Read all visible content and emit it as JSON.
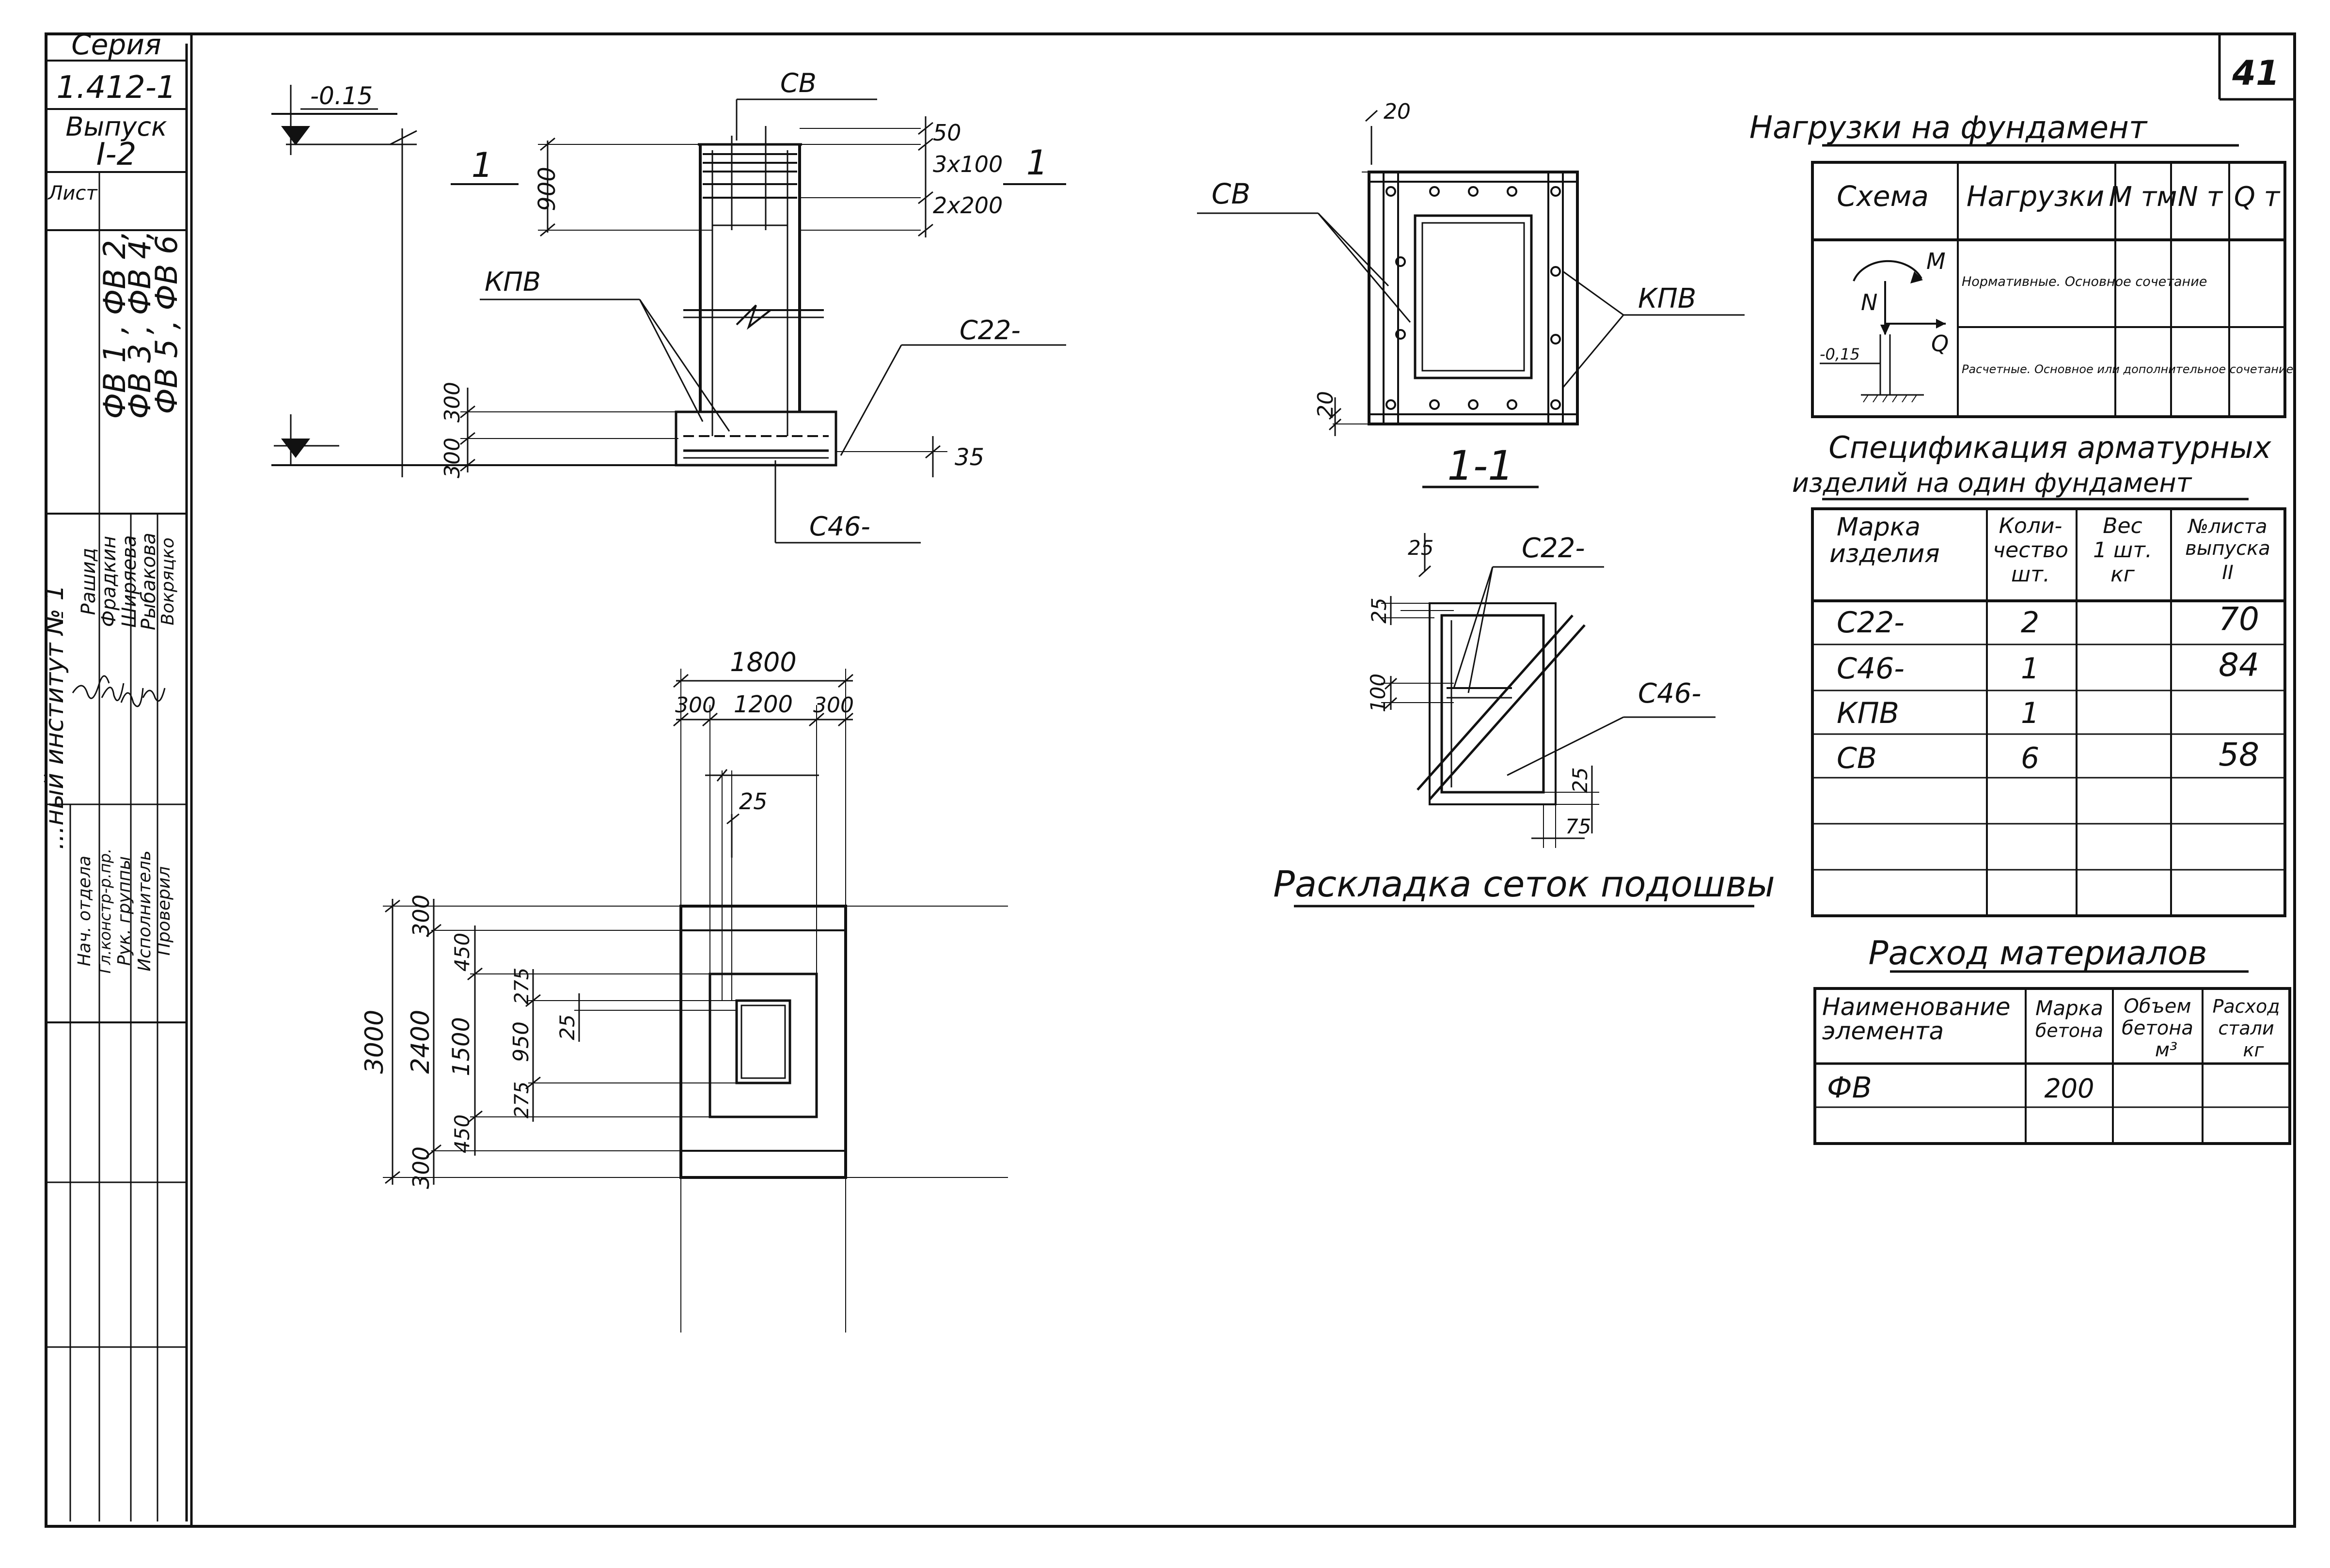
{
  "stamp": {
    "series_label": "Серия",
    "series_value": "1.412-1",
    "issue_label": "Выпуск",
    "issue_value": "I-2",
    "sheet_label": "Лист",
    "marks": [
      "ФВ 1 , ФВ 2,",
      "ФВ 3 , ФВ 4,",
      "ФВ 5 , ФВ 6"
    ],
    "institute": "...ный институт № 1",
    "roles": [
      "Нач. отдела",
      "Гл.констр-р.пр.",
      "Рук. группы",
      "Исполнитель",
      "Проверил"
    ],
    "names": [
      "Рашид",
      "Фрадкин",
      "Ширяева",
      "Рыбакова",
      "Вокряцко"
    ],
    "sheet_number": "41"
  },
  "elevation": {
    "level": "-0.15",
    "section_mark": "1",
    "labels": {
      "cb": "СВ",
      "kpv": "КПВ",
      "c22": "С22-",
      "c46": "С46-"
    },
    "dims_left": [
      "900",
      "300",
      "300"
    ],
    "dims_right": [
      "50",
      "3x100",
      "2x200",
      "35"
    ]
  },
  "plan": {
    "dims_top": [
      "1800",
      "300",
      "1200",
      "300",
      "25"
    ],
    "dims_left": [
      "3000",
      "300",
      "2400",
      "300",
      "450",
      "1500",
      "450",
      "275",
      "950",
      "275",
      "25"
    ]
  },
  "section": {
    "title": "1-1",
    "labels": {
      "cb": "СВ",
      "kpv": "КПВ"
    },
    "dims": [
      "20",
      "20"
    ]
  },
  "mesh": {
    "title": "Раскладка сеток подошвы",
    "labels": {
      "c22": "С22-",
      "c46": "С46-"
    },
    "dims": [
      "25",
      "25",
      "100",
      "25",
      "75"
    ]
  },
  "loads": {
    "title": "Нагрузки на фундамент",
    "headers": [
      "Схема",
      "Нагрузки",
      "М\nтм",
      "N\nт",
      "Q\nт"
    ],
    "rows": [
      "Нормативные. Основное сочетание",
      "Расчетные. Основное или дополнительное сочетание"
    ],
    "schema": {
      "m": "М",
      "n": "N",
      "q": "Q",
      "level": "-0,15"
    }
  },
  "spec": {
    "title_line1": "Спецификация арматурных",
    "title_line2": "изделий на один фундамент",
    "headers": [
      [
        "Марка",
        "изделия"
      ],
      [
        "Коли-",
        "чество",
        "шт."
      ],
      [
        "Вес",
        "1 шт.",
        "кг"
      ],
      [
        "№листа",
        "выпуска",
        "II"
      ]
    ],
    "rows": [
      {
        "mark": "С22-",
        "qty": "2",
        "weight": "",
        "sheet": "70"
      },
      {
        "mark": "С46-",
        "qty": "1",
        "weight": "",
        "sheet": "84"
      },
      {
        "mark": "КПВ",
        "qty": "1",
        "weight": "",
        "sheet": ""
      },
      {
        "mark": "СВ",
        "qty": "6",
        "weight": "",
        "sheet": "58"
      }
    ]
  },
  "materials": {
    "title": "Расход материалов",
    "headers": [
      [
        "Наименование",
        "элемента"
      ],
      [
        "Марка",
        "бетона"
      ],
      [
        "Объем",
        "бетона",
        "м³"
      ],
      [
        "Расход",
        "стали",
        "кг"
      ]
    ],
    "rows": [
      {
        "name": "ФВ",
        "grade": "200",
        "volume": "",
        "steel": ""
      }
    ]
  }
}
